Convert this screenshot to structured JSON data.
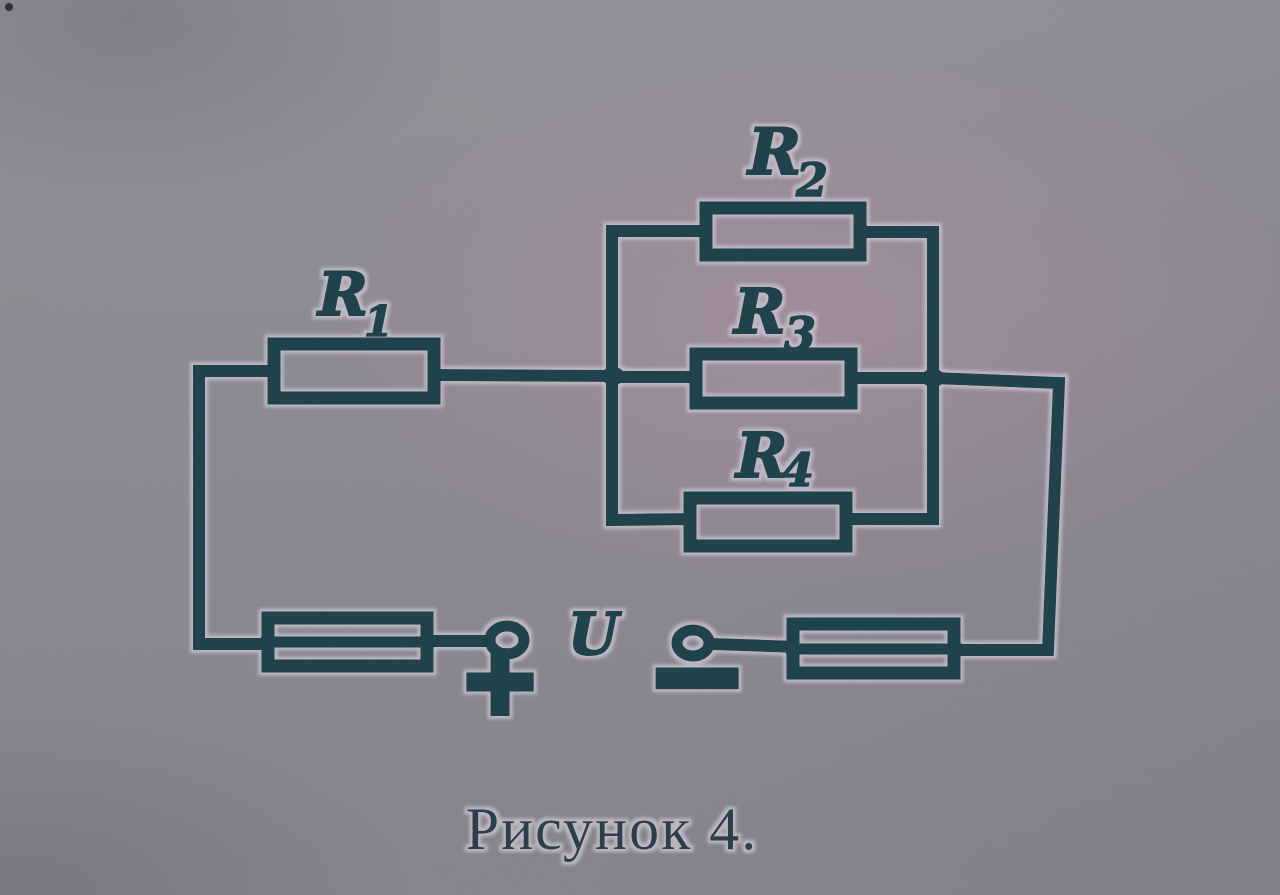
{
  "figure": {
    "kind": "circuit-diagram",
    "caption": "Рисунок 4."
  },
  "labels": {
    "r1_base": "R",
    "r1_sub": "1",
    "r2_base": "R",
    "r2_sub": "2",
    "r3_base": "R",
    "r3_sub": "3",
    "r4_base": "R",
    "r4_sub": "4",
    "voltage": "U",
    "plus": "+",
    "minus": "−"
  },
  "components": {
    "resistors": [
      {
        "id": "R1",
        "placement": "series-input"
      },
      {
        "id": "R2",
        "placement": "parallel-branch-top"
      },
      {
        "id": "R3",
        "placement": "parallel-branch-middle"
      },
      {
        "id": "R4",
        "placement": "parallel-branch-bottom"
      }
    ],
    "source": {
      "label": "U",
      "positive_terminal": "+",
      "negative_terminal": "−"
    },
    "fuses": [
      {
        "id": "fuse-left"
      },
      {
        "id": "fuse-right"
      }
    ],
    "junctions": [
      {
        "id": "left-node"
      },
      {
        "id": "right-node"
      }
    ]
  },
  "colors": {
    "ink": "#1e4049",
    "caption": "#2c3a4a",
    "halo": "#cdc7d2",
    "paper": "#8e8c94",
    "paper_tint": "#a1909f"
  }
}
